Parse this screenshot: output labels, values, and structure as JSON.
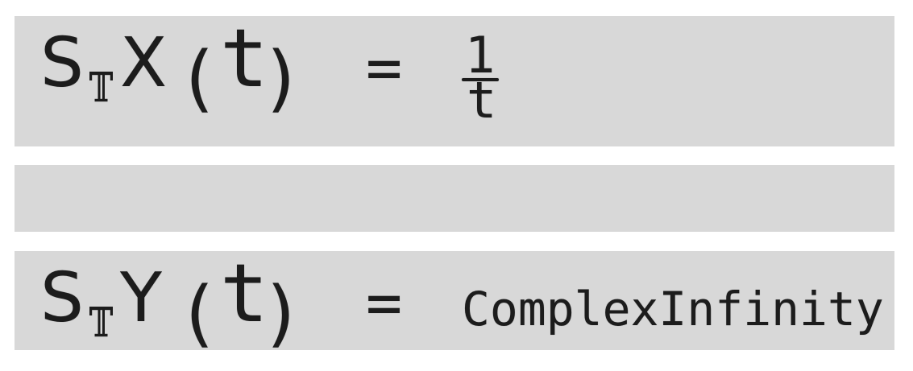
{
  "app": {
    "background_color": "#ffffff",
    "cell_background_color": "#d8d8d8",
    "text_color": "#1c1c1c"
  },
  "cells": {
    "first": {
      "operator": "S",
      "subscript": "𝕋",
      "function": "X",
      "open_paren": "(",
      "argument": "t",
      "close_paren": ")",
      "equals": "=",
      "result": {
        "type": "fraction",
        "numerator": "1",
        "denominator": "t"
      }
    },
    "second": {
      "content": ""
    },
    "third": {
      "operator": "S",
      "subscript": "𝕋",
      "function": "Y",
      "open_paren": "(",
      "argument": "t",
      "close_paren": ")",
      "equals": "=",
      "result": {
        "type": "text",
        "value": "ComplexInfinity"
      }
    }
  }
}
